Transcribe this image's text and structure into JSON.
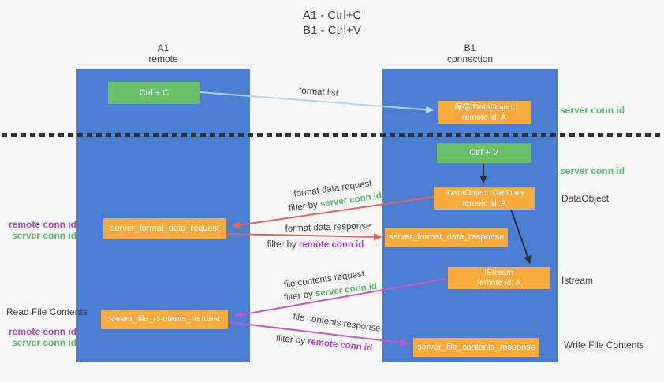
{
  "title": {
    "line1": "A1 - Ctrl+C",
    "line2": "B1 - Ctrl+V"
  },
  "columns": {
    "left": {
      "header_line1": "A1",
      "header_line2": "remote"
    },
    "right": {
      "header_line1": "B1",
      "header_line2": "connection"
    }
  },
  "boxes": {
    "ctrl_c": {
      "label": "Ctrl + C"
    },
    "save_dataobject": {
      "line1": "保存IDataObject",
      "line2": "remote id: A"
    },
    "ctrl_v": {
      "label": "Ctrl + V"
    },
    "getdata": {
      "line1": "IDataObject::GetData",
      "line2": "remote id: A"
    },
    "format_request": {
      "label": "server_format_data_request"
    },
    "format_response": {
      "label": "server_format_data_response"
    },
    "istream": {
      "line1": "IStream",
      "line2": "remote id: A"
    },
    "file_request": {
      "label": "server_file_contents_request"
    },
    "file_response": {
      "label": "server_file_contents_response"
    }
  },
  "side_labels": {
    "server_conn_id_top": "server conn id",
    "server_conn_id_mid": "server conn id",
    "dataobject": "DataObject",
    "istream": "Istream",
    "write_file_contents": "Write File Contents",
    "read_file_contents": "Read File Contents",
    "remote_conn_id_1": "remote conn id",
    "server_conn_id_1": "server conn id",
    "remote_conn_id_2": "remote conn id",
    "server_conn_id_2": "server conn id"
  },
  "flow_labels": {
    "format_list": "format list",
    "format_data_request": "format data request",
    "format_data_response": "format data response",
    "file_contents_request": "file contents request",
    "file_contents_response": "file contents response",
    "filter_prefix": "filter by ",
    "server_conn_id": "server conn id",
    "remote_conn_id": "remote conn id"
  },
  "colors": {
    "background": "#f7f7f7",
    "column_blue": "#4a7ed2",
    "box_green": "#6abf69",
    "box_orange": "#f7a93c",
    "green_text": "#52bd62",
    "purple_text": "#ae3ed1",
    "red_arrow": "#e8635a",
    "magenta_arrow": "#cc54cc",
    "light_blue_arrow": "#aed5ef",
    "black_arrow": "#2f2f2f"
  }
}
